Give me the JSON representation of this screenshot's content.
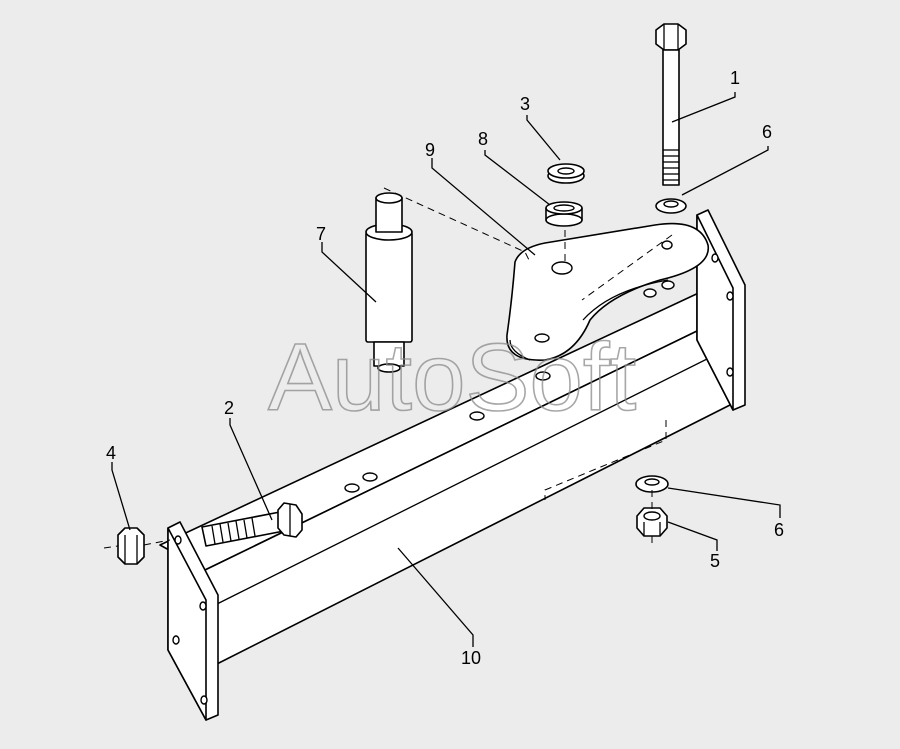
{
  "watermark": "AutoSoft",
  "callouts": {
    "c1": "1",
    "c2": "2",
    "c3": "3",
    "c4": "4",
    "c5": "5",
    "c6a": "6",
    "c6b": "6",
    "c7": "7",
    "c8": "8",
    "c9": "9",
    "c10": "10"
  }
}
